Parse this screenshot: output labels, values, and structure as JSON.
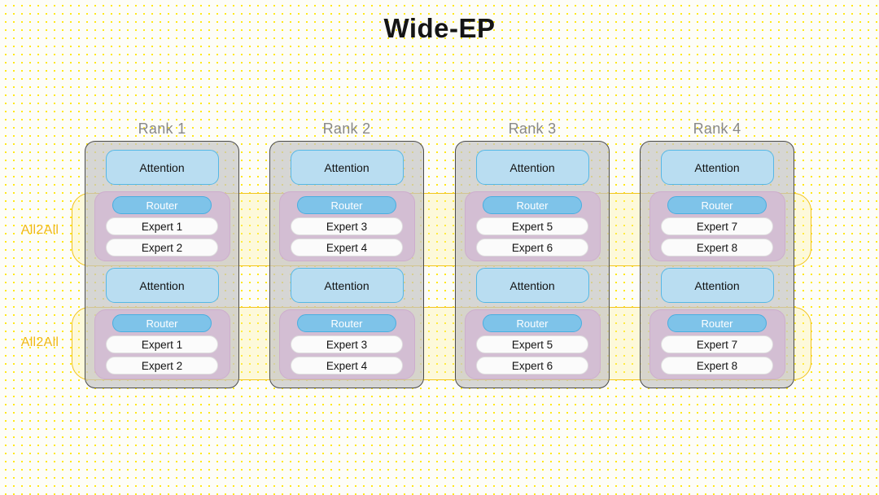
{
  "title": "Wide-EP",
  "colors": {
    "background": "#fdfdf8",
    "dot_grid": "#ffe81a",
    "title_text": "#141414",
    "rank_label": "#888888",
    "card_fill": "#c4c4c4",
    "card_border": "#4a4a4a",
    "attention_fill": "#b9ddf1",
    "attention_border": "#55b8e6",
    "moe_fill": "#d3bed3",
    "moe_border": "#cdadcd",
    "router_fill": "#7ec3e9",
    "router_border": "#49aee0",
    "router_text": "#ffffff",
    "expert_fill": "#fbfbfb",
    "expert_border": "#dedede",
    "all2all_border": "#f2c41c",
    "all2all_text": "#f0b818"
  },
  "all2all_bands": [
    {
      "label": "All2All"
    },
    {
      "label": "All2All"
    }
  ],
  "ranks": [
    {
      "label": "Rank 1",
      "layers": [
        {
          "attention": "Attention",
          "router": "Router",
          "experts": [
            "Expert 1",
            "Expert 2"
          ]
        },
        {
          "attention": "Attention",
          "router": "Router",
          "experts": [
            "Expert 1",
            "Expert 2"
          ]
        }
      ]
    },
    {
      "label": "Rank 2",
      "layers": [
        {
          "attention": "Attention",
          "router": "Router",
          "experts": [
            "Expert 3",
            "Expert 4"
          ]
        },
        {
          "attention": "Attention",
          "router": "Router",
          "experts": [
            "Expert 3",
            "Expert 4"
          ]
        }
      ]
    },
    {
      "label": "Rank 3",
      "layers": [
        {
          "attention": "Attention",
          "router": "Router",
          "experts": [
            "Expert 5",
            "Expert 6"
          ]
        },
        {
          "attention": "Attention",
          "router": "Router",
          "experts": [
            "Expert 5",
            "Expert 6"
          ]
        }
      ]
    },
    {
      "label": "Rank 4",
      "layers": [
        {
          "attention": "Attention",
          "router": "Router",
          "experts": [
            "Expert 7",
            "Expert 8"
          ]
        },
        {
          "attention": "Attention",
          "router": "Router",
          "experts": [
            "Expert 7",
            "Expert 8"
          ]
        }
      ]
    }
  ]
}
